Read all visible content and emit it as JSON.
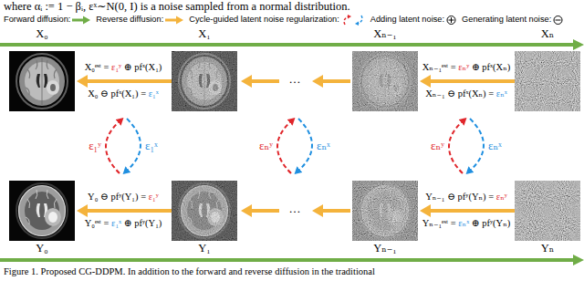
{
  "diagram": {
    "caption": "Figure 1. Proposed CG-DDPM. In addition to the forward and reverse diffusion in the traditional",
    "nodes": [
      {
        "text": [
          "X₀"
        ]
      },
      {
        "text": [
          "X₁"
        ]
      },
      {
        "text": [
          "Xₙ₋₁"
        ]
      },
      {
        "text": [
          "Xₙ"
        ]
      },
      {
        "text": [
          "Y₀"
        ]
      },
      {
        "text": [
          "Y₁"
        ]
      },
      {
        "text": [
          "Yₙ₋₁"
        ]
      },
      {
        "text": [
          "Yₙ"
        ]
      }
    ],
    "edges": [
      {
        "from": 1,
        "to": 0,
        "arrow": "to"
      },
      {
        "from": 3,
        "to": 2,
        "arrow": "to"
      },
      {
        "from": 5,
        "to": 4,
        "arrow": "to"
      },
      {
        "from": 7,
        "to": 6,
        "arrow": "to"
      }
    ],
    "labels": [
      "where αᵢ := 1 − βᵢ, εˣ∼N(0, I) is a noise sampled from a normal distribution.",
      "X₀ᵉˢᵗ = ε₁ʸ ⊕ pfˣ(X₁)",
      "X₀ ⊖ pfˣ(X₁) = ε₁ˣ",
      "…",
      "Xₙ₋₁ᵉˢᵗ = εₙʸ ⊕ pfˣ(Xₙ)",
      "Xₙ₋₁ ⊖ pfˣ(Xₙ) = εₙˣ",
      "ε₁ʸ",
      "ε₁ˣ",
      "εₙʸ",
      "εₙˣ",
      "εₙʸ",
      "εₙˣ",
      "Y₀ ⊖ pfʸ(Y₁) = ε₁ʸ",
      "Y₀ᵉˢᵗ = ε₁ˣ ⊕ pfʸ(Y₁)",
      "…",
      "Yₙ₋₁ ⊖ pfʸ(Yₙ) = εₙʸ",
      "Yₙ₋₁ᵉˢᵗ = εₙˣ ⊕ pfʸ(Yₙ)"
    ],
    "legend": [
      {
        "text": "Forward diffusion:"
      },
      {
        "text": "Reverse diffusion:"
      },
      {
        "text": "Cycle-guided latent noise regularization:"
      },
      {
        "text": "Adding latent noise:"
      },
      {
        "text": "Generating latent noise:"
      }
    ]
  }
}
